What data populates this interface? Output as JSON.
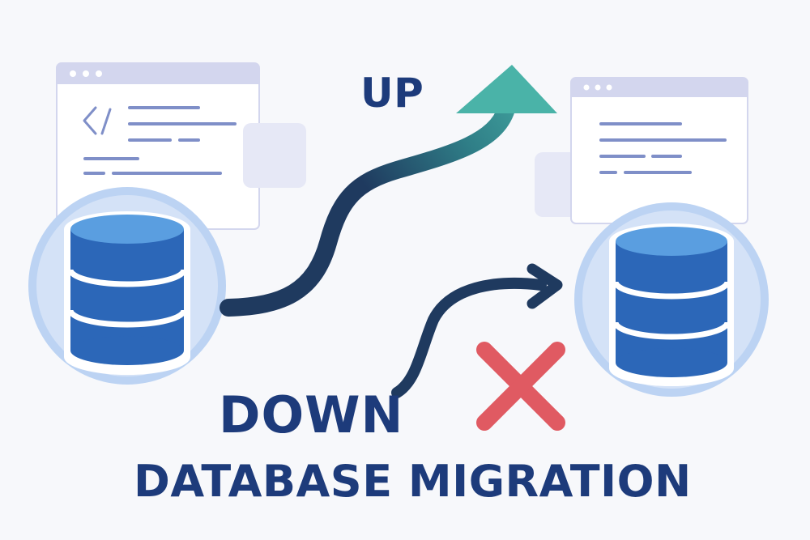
{
  "labels": {
    "up": "UP",
    "down": "DOWN",
    "title": "DATABASE MIGRATION"
  },
  "icons": {
    "source_window": "code-window-icon",
    "source_database": "database-icon",
    "target_window": "document-window-icon",
    "target_database": "database-icon",
    "up_arrow": "arrow-up-icon",
    "down_arrow": "arrow-right-icon",
    "failure_mark": "cross-icon"
  },
  "colors": {
    "text": "#1d3b7b",
    "database_top": "#5a9ee0",
    "database_body": "#2c67b8",
    "halo": "#bcd3f3",
    "arrow_dark": "#1f3a5f",
    "arrow_teal": "#4ab3a8",
    "cross": "#e05a62",
    "window_chrome": "#d3d6ee",
    "window_lines": "#7f8fc8"
  }
}
